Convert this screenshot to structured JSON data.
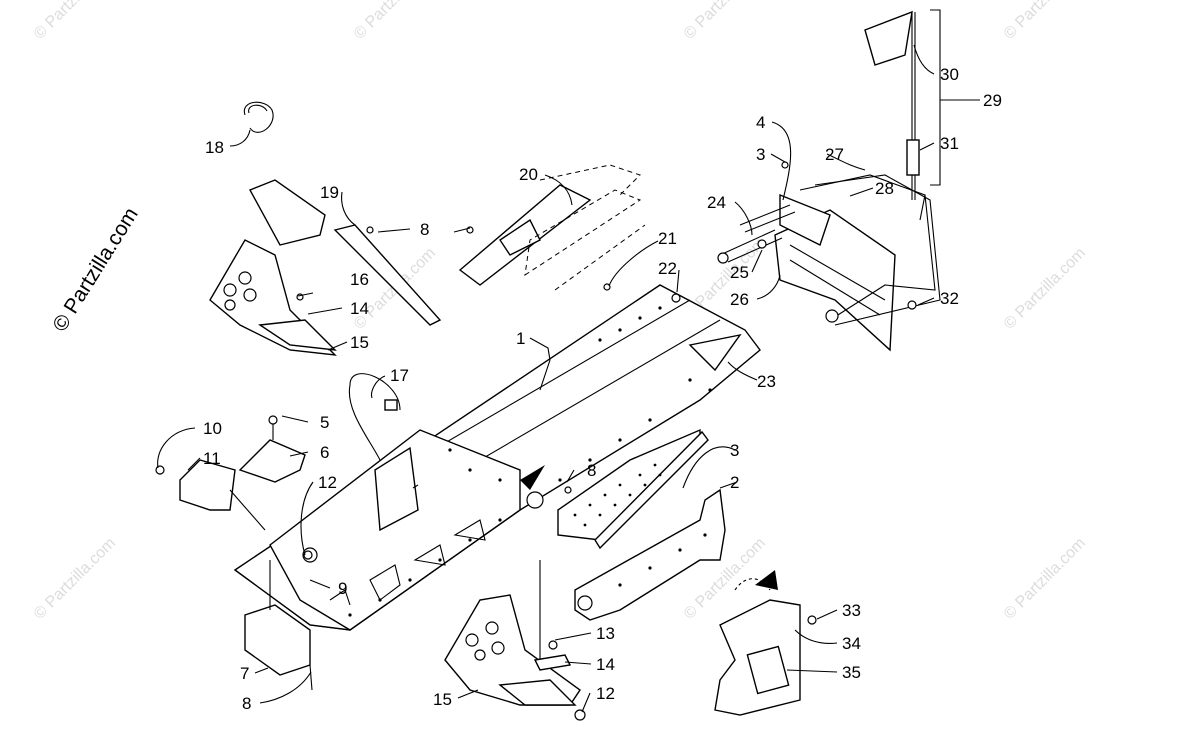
{
  "side_watermark": "© Partzilla.com",
  "grid_watermark": "© Partzilla.com",
  "callouts": [
    {
      "id": "c1",
      "text": "1"
    },
    {
      "id": "c2",
      "text": "2"
    },
    {
      "id": "c3a",
      "text": "3"
    },
    {
      "id": "c3b",
      "text": "3"
    },
    {
      "id": "c4",
      "text": "4"
    },
    {
      "id": "c5",
      "text": "5"
    },
    {
      "id": "c6",
      "text": "6"
    },
    {
      "id": "c7",
      "text": "7"
    },
    {
      "id": "c8a",
      "text": "8"
    },
    {
      "id": "c8b",
      "text": "8"
    },
    {
      "id": "c8c",
      "text": "8"
    },
    {
      "id": "c9",
      "text": "9"
    },
    {
      "id": "c10",
      "text": "10"
    },
    {
      "id": "c11",
      "text": "11"
    },
    {
      "id": "c12a",
      "text": "12"
    },
    {
      "id": "c12b",
      "text": "12"
    },
    {
      "id": "c13",
      "text": "13"
    },
    {
      "id": "c14a",
      "text": "14"
    },
    {
      "id": "c14b",
      "text": "14"
    },
    {
      "id": "c15a",
      "text": "15"
    },
    {
      "id": "c15b",
      "text": "15"
    },
    {
      "id": "c16",
      "text": "16"
    },
    {
      "id": "c17",
      "text": "17"
    },
    {
      "id": "c18",
      "text": "18"
    },
    {
      "id": "c19",
      "text": "19"
    },
    {
      "id": "c20",
      "text": "20"
    },
    {
      "id": "c21",
      "text": "21"
    },
    {
      "id": "c22",
      "text": "22"
    },
    {
      "id": "c23",
      "text": "23"
    },
    {
      "id": "c24",
      "text": "24"
    },
    {
      "id": "c25",
      "text": "25"
    },
    {
      "id": "c26",
      "text": "26"
    },
    {
      "id": "c27",
      "text": "27"
    },
    {
      "id": "c28",
      "text": "28"
    },
    {
      "id": "c29",
      "text": "29"
    },
    {
      "id": "c30",
      "text": "30"
    },
    {
      "id": "c31",
      "text": "31"
    },
    {
      "id": "c32",
      "text": "32"
    },
    {
      "id": "c33",
      "text": "33"
    },
    {
      "id": "c34",
      "text": "34"
    },
    {
      "id": "c35",
      "text": "35"
    }
  ]
}
